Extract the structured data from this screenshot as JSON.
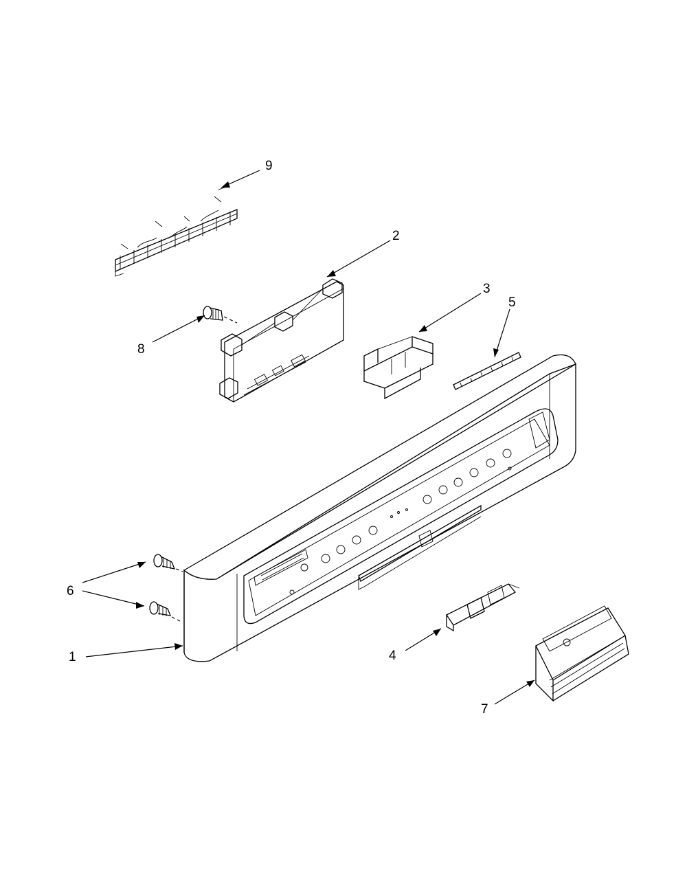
{
  "diagram": {
    "callouts": [
      {
        "id": "9",
        "label": "9"
      },
      {
        "id": "2",
        "label": "2"
      },
      {
        "id": "3",
        "label": "3"
      },
      {
        "id": "5",
        "label": "5"
      },
      {
        "id": "8",
        "label": "8"
      },
      {
        "id": "6",
        "label": "6"
      },
      {
        "id": "1",
        "label": "1"
      },
      {
        "id": "4",
        "label": "4"
      },
      {
        "id": "7",
        "label": "7"
      }
    ],
    "parts": [
      {
        "callout": "1",
        "icon": "control-panel-icon"
      },
      {
        "callout": "2",
        "icon": "control-board-icon"
      },
      {
        "callout": "3",
        "icon": "bracket-icon"
      },
      {
        "callout": "4",
        "icon": "latch-switch-icon"
      },
      {
        "callout": "5",
        "icon": "light-pipe-icon"
      },
      {
        "callout": "6",
        "icon": "screw-icon"
      },
      {
        "callout": "7",
        "icon": "vent-icon"
      },
      {
        "callout": "8",
        "icon": "screw-icon"
      },
      {
        "callout": "9",
        "icon": "wire-harness-icon"
      }
    ]
  }
}
